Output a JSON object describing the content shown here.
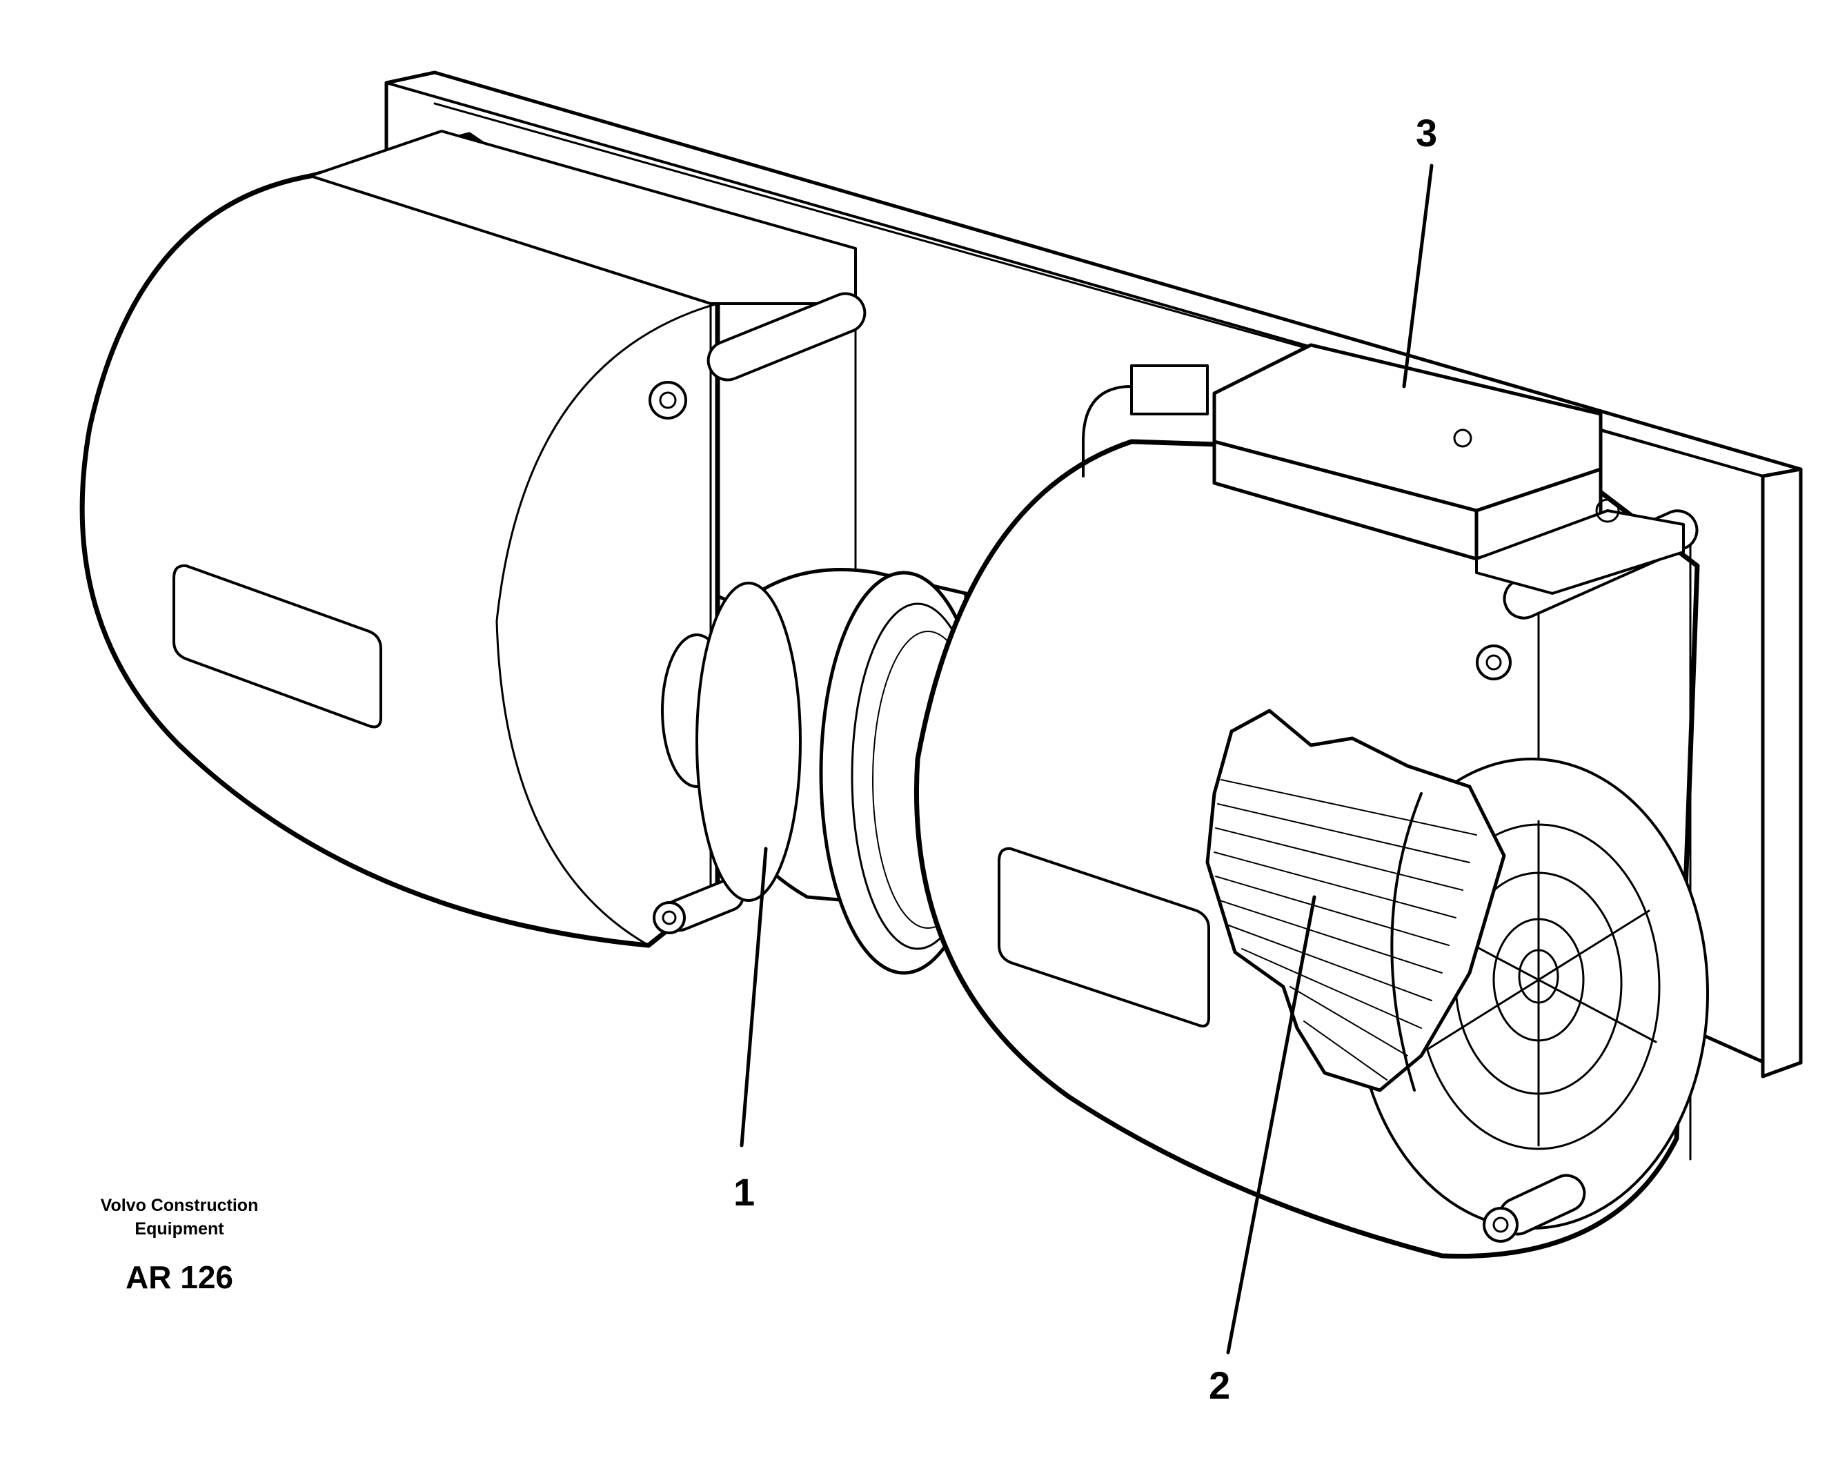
{
  "callouts": [
    {
      "id": "1",
      "label": "1"
    },
    {
      "id": "2",
      "label": "2"
    },
    {
      "id": "3",
      "label": "3"
    }
  ],
  "footer": {
    "company_line1": "Volvo Construction",
    "company_line2": "Equipment",
    "drawing_code": "AR 126"
  }
}
